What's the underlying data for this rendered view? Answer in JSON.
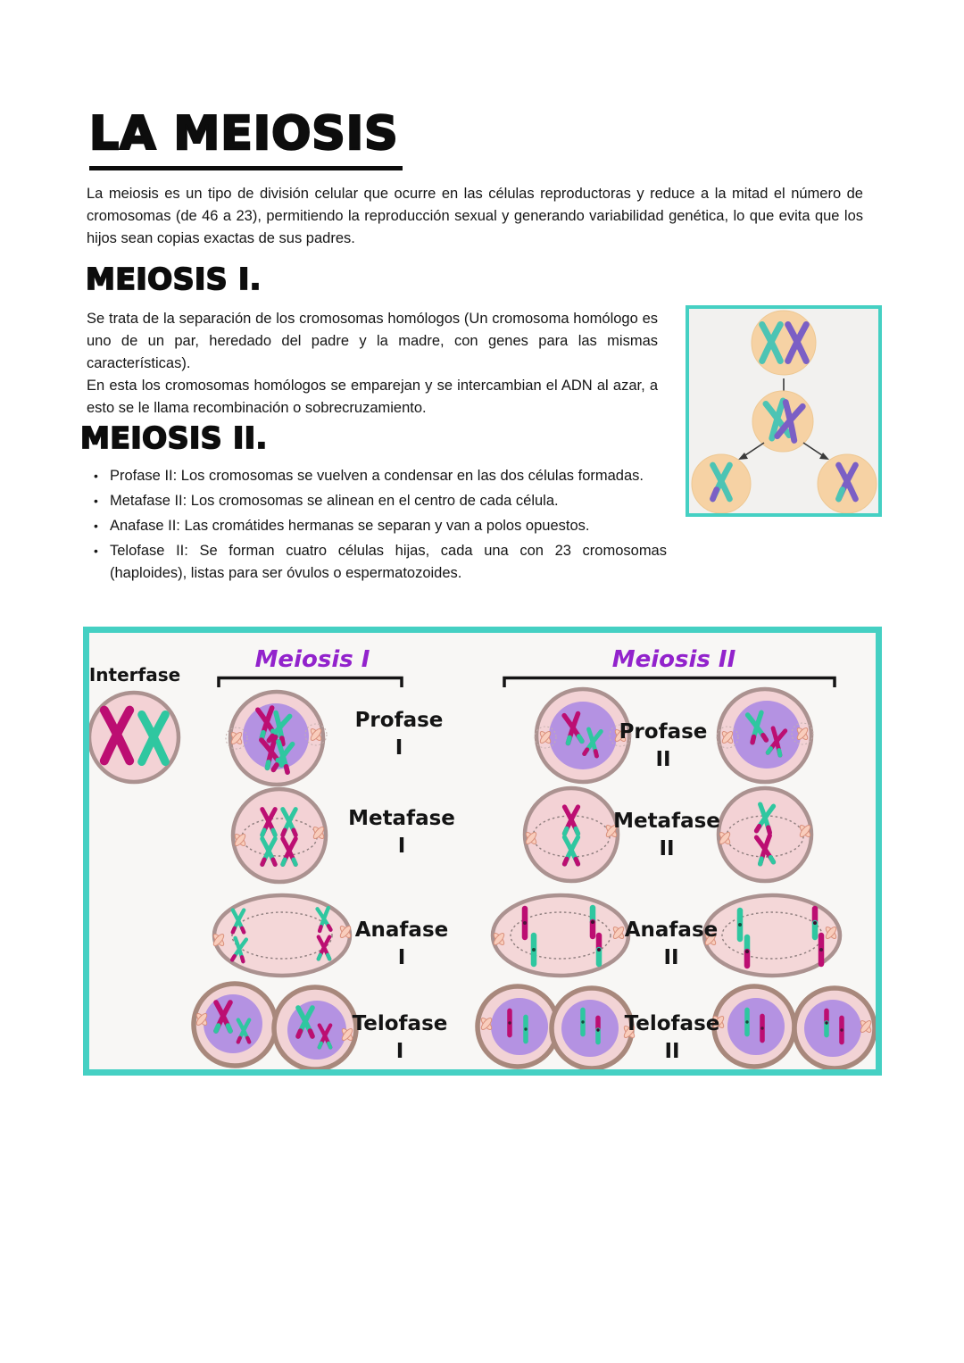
{
  "page": {
    "title": "LA MEIOSIS",
    "intro": "La meiosis es un tipo de división celular que ocurre en las células reproductoras y reduce a la mitad el número de cromosomas (de 46 a 23), permitiendo la reproducción sexual y generando variabilidad genética, lo que evita que los hijos sean copias exactas de sus padres."
  },
  "meiosis1": {
    "heading": "MEIOSIS I.",
    "para1": "Se trata de la separación de los cromosomas homólogos (Un cromosoma homólogo es uno de un par, heredado del padre y la madre, con genes para las mismas características).",
    "para2": "En esta los cromosomas homólogos se emparejan y se intercambian el ADN al azar, a esto se le llama recombinación o sobrecruzamiento."
  },
  "meiosis2": {
    "heading": "MEIOSIS II.",
    "bullets": [
      "Profase II: Los cromosomas se vuelven a condensar en las dos células formadas.",
      "Metafase II: Los cromosomas se alinean en el centro de cada célula.",
      "Anafase II: Las cromátides hermanas se separan y van a polos opuestos.",
      "Telofase II: Se forman cuatro células hijas, cada una con 23 cromosomas (haploides), listas para ser óvulos o espermatozoides."
    ]
  },
  "diagram": {
    "interfase_label": "Interfase",
    "meiosis1_title": "Meiosis I",
    "meiosis2_title": "Meiosis II",
    "stages1": [
      {
        "name": "Profase",
        "num": "I"
      },
      {
        "name": "Metafase",
        "num": "I"
      },
      {
        "name": "Anafase",
        "num": "I"
      },
      {
        "name": "Telofase",
        "num": "I"
      }
    ],
    "stages2": [
      {
        "name": "Profase",
        "num": "II"
      },
      {
        "name": "Metafase",
        "num": "II"
      },
      {
        "name": "Anafase",
        "num": "II"
      },
      {
        "name": "Telofase",
        "num": "II"
      }
    ]
  },
  "colors": {
    "accent_teal_border": "#45d0c3",
    "title_purple": "#9223cc",
    "chromosome_magenta": "#bc0e72",
    "chromosome_teal": "#2fc7a0",
    "chromosome_cyan": "#4cc4b4",
    "chromosome_purple": "#7b5fc5",
    "cell_pink": "#f3d2d5",
    "nucleus_purple": "#b492e2",
    "cell_peach": "#f6d2a4"
  }
}
